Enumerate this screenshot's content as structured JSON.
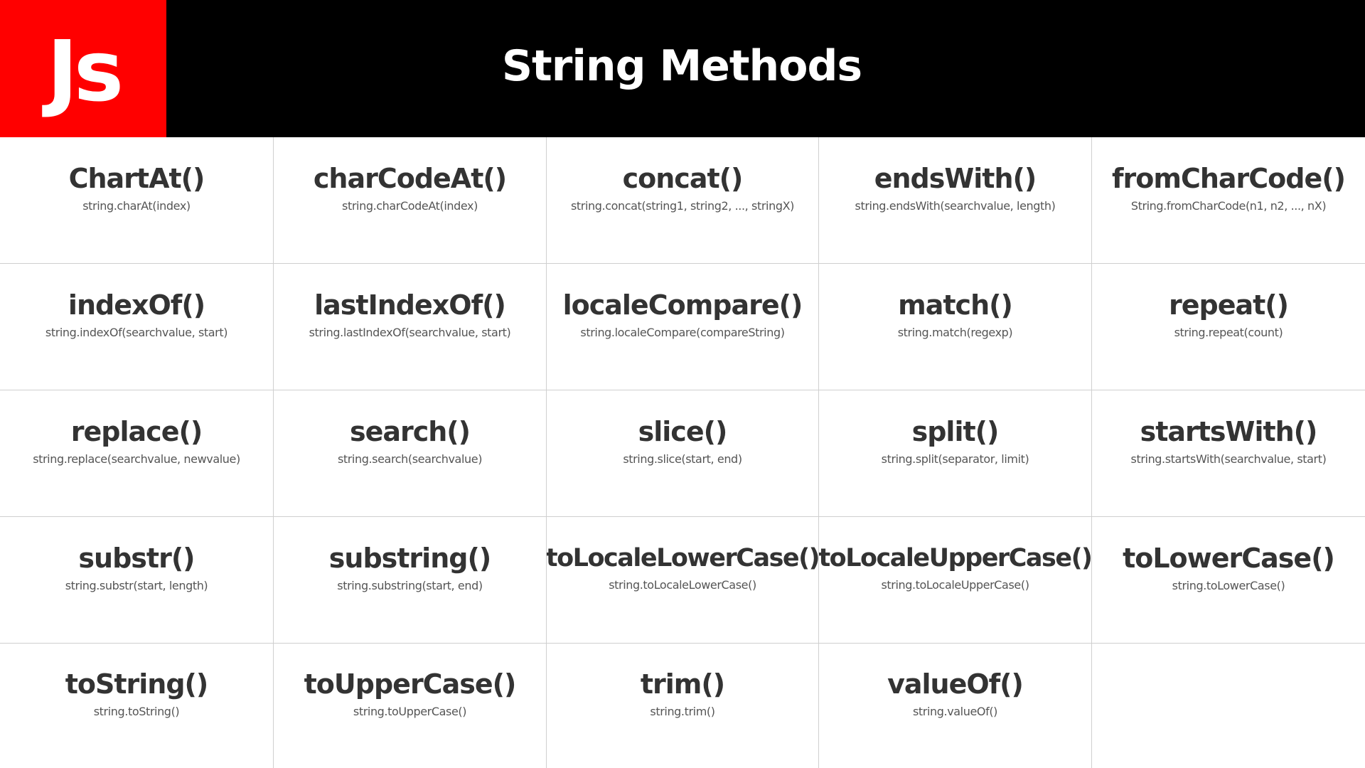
{
  "header": {
    "logo_text": "Js",
    "title": "String Methods",
    "logo_color": "#ff0000",
    "background_color": "#000000"
  },
  "methods": [
    {
      "name": "ChartAt()",
      "syntax": "string.charAt(index)"
    },
    {
      "name": "charCodeAt()",
      "syntax": "string.charCodeAt(index)"
    },
    {
      "name": "concat()",
      "syntax": "string.concat(string1, string2, ..., stringX)"
    },
    {
      "name": "endsWith()",
      "syntax": "string.endsWith(searchvalue, length)"
    },
    {
      "name": "fromCharCode()",
      "syntax": "String.fromCharCode(n1, n2, ..., nX)"
    },
    {
      "name": "indexOf()",
      "syntax": "string.indexOf(searchvalue, start)"
    },
    {
      "name": "lastIndexOf()",
      "syntax": "string.lastIndexOf(searchvalue, start)"
    },
    {
      "name": "localeCompare()",
      "syntax": "string.localeCompare(compareString)"
    },
    {
      "name": "match()",
      "syntax": "string.match(regexp)"
    },
    {
      "name": "repeat()",
      "syntax": "string.repeat(count)"
    },
    {
      "name": "replace()",
      "syntax": "string.replace(searchvalue, newvalue)"
    },
    {
      "name": "search()",
      "syntax": "string.search(searchvalue)"
    },
    {
      "name": "slice()",
      "syntax": "string.slice(start, end)"
    },
    {
      "name": "split()",
      "syntax": "string.split(separator, limit)"
    },
    {
      "name": "startsWith()",
      "syntax": "string.startsWith(searchvalue, start)"
    },
    {
      "name": "substr()",
      "syntax": "string.substr(start, length)"
    },
    {
      "name": "substring()",
      "syntax": "string.substring(start, end)"
    },
    {
      "name": "toLocaleLowerCase()",
      "syntax": "string.toLocaleLowerCase()"
    },
    {
      "name": "toLocaleUpperCase()",
      "syntax": "string.toLocaleUpperCase()"
    },
    {
      "name": "toLowerCase()",
      "syntax": "string.toLowerCase()"
    },
    {
      "name": "toString()",
      "syntax": "string.toString()"
    },
    {
      "name": "toUpperCase()",
      "syntax": "string.toUpperCase()"
    },
    {
      "name": "trim()",
      "syntax": "string.trim()"
    },
    {
      "name": "valueOf()",
      "syntax": "string.valueOf()"
    }
  ]
}
